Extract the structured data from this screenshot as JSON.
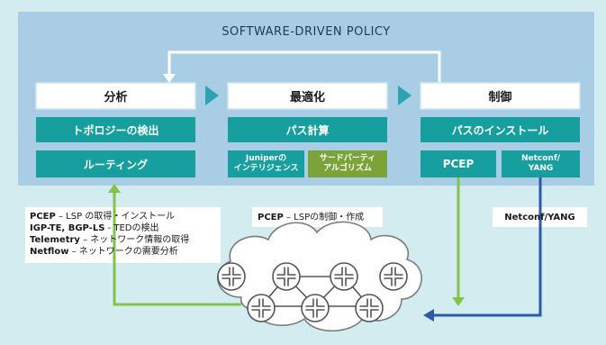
{
  "title": "SOFTWARE-DRIVEN POLICY",
  "steps": [
    {
      "label": "分析"
    },
    {
      "label": "最適化"
    },
    {
      "label": "制御"
    }
  ],
  "analysis": {
    "topology": "トポロジーの検出",
    "routing": "ルーティング"
  },
  "optimization": {
    "path_calc": "パス計算",
    "juniper_intel_line1": "Juniperの",
    "juniper_intel_line2": "インテリジェンス",
    "third_party_line1": "サードパーティ",
    "third_party_line2": "アルゴリズム"
  },
  "control": {
    "path_install": "パスのインストール",
    "pcep": "PCEP",
    "netconf_line1": "Netconf/",
    "netconf_line2": "YANG"
  },
  "protocol_notes": [
    {
      "name": "PCEP",
      "desc": " – LSP の取得・インストール"
    },
    {
      "name": "IGP-TE, BGP-LS",
      "desc": "  - TEDの検出"
    },
    {
      "name": "Telemetry",
      "desc": " – ネットワーク情報の取得"
    },
    {
      "name": "Netflow",
      "desc": " – ネットワークの需要分析"
    }
  ],
  "pcep_note": {
    "name": "PCEP",
    "desc": " – LSPの制御・作成"
  },
  "netconf_note": "Netconf/YANG",
  "colors": {
    "outer_bg": "#d2ecf0",
    "policy_panel": "#a9cde5",
    "teal": "#179e9e",
    "olive": "#7aa33a",
    "green_arrow": "#85c24a",
    "dark_blue": "#2b5aa8",
    "chevron": "#2ba3b3",
    "cloud_outline": "#7c7c7c"
  },
  "icons": [
    "router-icon"
  ]
}
